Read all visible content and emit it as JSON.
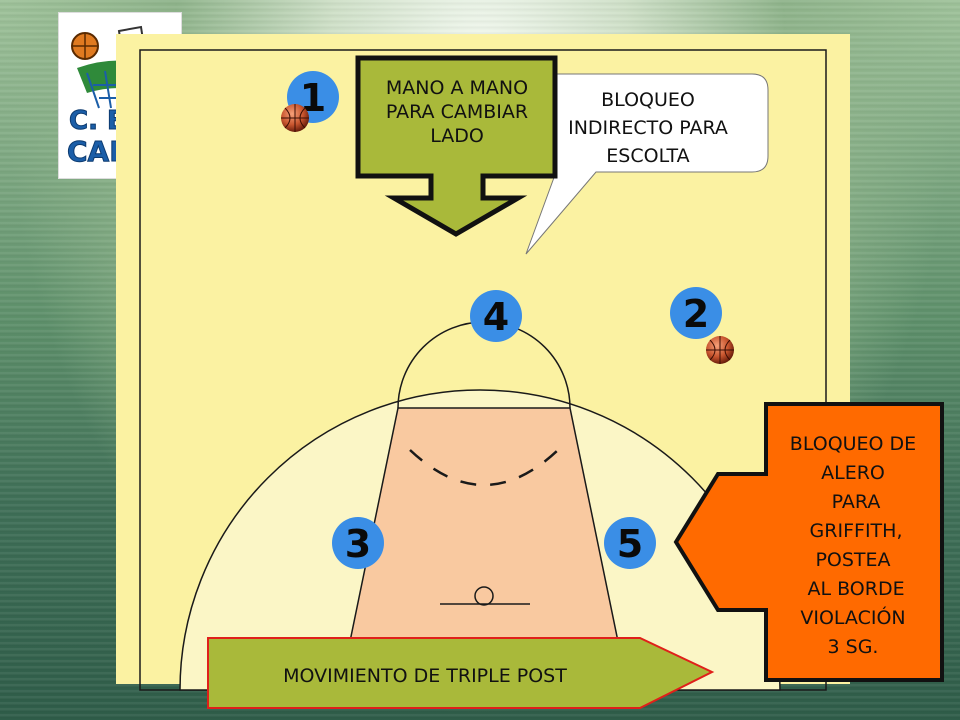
{
  "logo": {
    "text_top": "C.   B.",
    "text_bottom": "CALPE"
  },
  "court": {
    "colors": {
      "court": "#fbf2a2",
      "paint": "#f9c9a0",
      "player": "#3a8ee6",
      "line": "#1a1a1a"
    },
    "players": [
      {
        "number": "1",
        "has_ball": true
      },
      {
        "number": "2",
        "has_ball": true
      },
      {
        "number": "3",
        "has_ball": false
      },
      {
        "number": "4",
        "has_ball": false
      },
      {
        "number": "5",
        "has_ball": false
      }
    ]
  },
  "callouts": {
    "mano_a_mano": "MANO A MANO\nPARA CAMBIAR\nLADO",
    "bloqueo_indirecto": "BLOQUEO\nINDIRECTO PARA\nESCOLTA",
    "bloqueo_alero": "BLOQUEO DE\nALERO\n PARA\n GRIFFITH,\nPOSTEA\n AL BORDE\nVIOLACIÓN\n3 SG.",
    "triple_post": "MOVIMIENTO DE TRIPLE POST"
  },
  "colors": {
    "olive_arrow": "#a9b93a",
    "orange_arrow": "#ff6a00",
    "callout_bg": "#ffffff"
  }
}
